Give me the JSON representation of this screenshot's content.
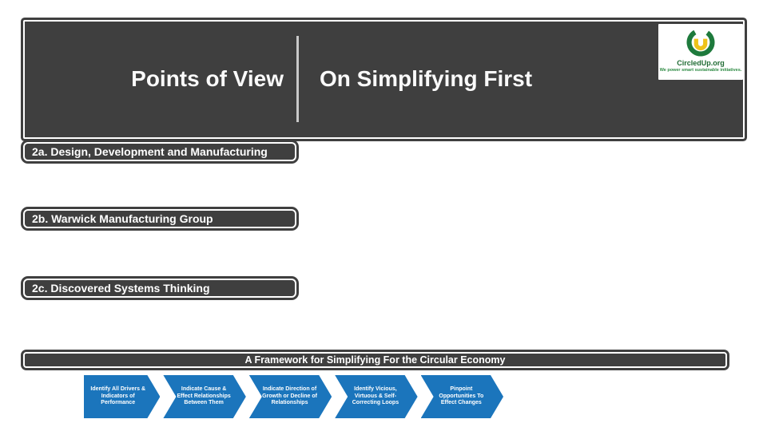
{
  "slide": {
    "header": {
      "title_left": "Points of View",
      "title_right": "On Simplifying First"
    },
    "logo": {
      "name": "CircledUp.org",
      "tagline": "We power smart sustainable initiatives.",
      "mark": "circled-up-cu-monogram"
    },
    "bullets": [
      {
        "label": "2a. Design, Development and Manufacturing"
      },
      {
        "label": "2b. Warwick Manufacturing Group"
      },
      {
        "label": "2c. Discovered Systems Thinking"
      }
    ],
    "framework_banner": "A Framework for Simplifying For the Circular Economy",
    "process_steps": [
      "Identify All Drivers & Indicators of Performance",
      "Indicate Cause & Effect Relationships Between Them",
      "Indicate Direction of Growth or Decline of Relationships",
      "Identify Vicious, Virtuous & Self-Correcting Loops",
      "Pinpoint Opportunities To Effect Changes"
    ],
    "colors": {
      "panel_fill": "#3F3F3F",
      "panel_border": "#FFFFFF",
      "chevron_blue": "#1B75BC",
      "divider_gray": "#C9C9C9",
      "logo_green": "#1E7A3C",
      "logo_yellow": "#EFC31A",
      "logo_text_green": "#1F6B33"
    }
  }
}
